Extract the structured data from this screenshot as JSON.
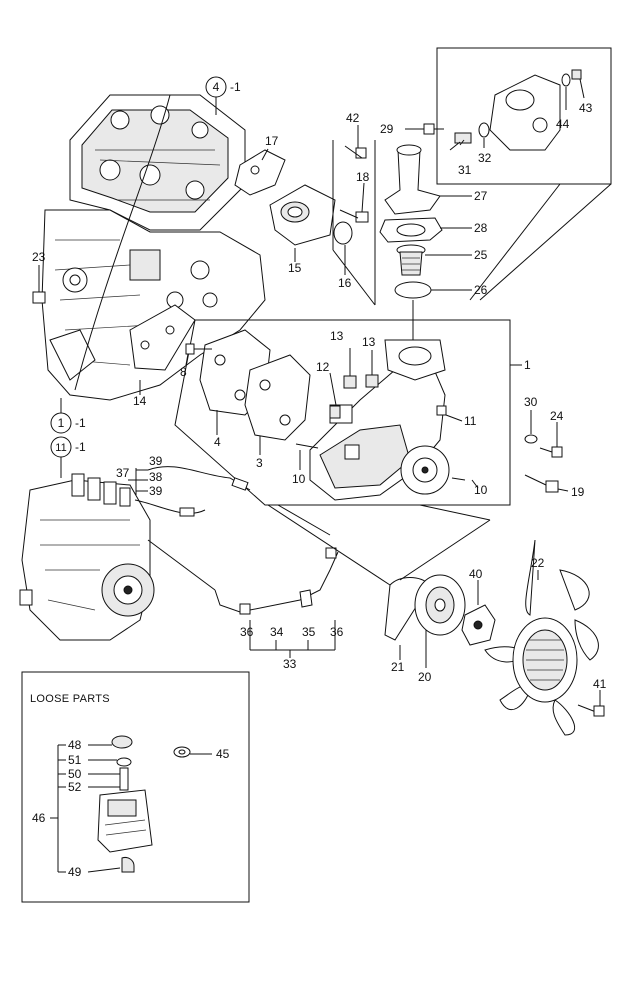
{
  "diagram": {
    "loose_parts_title": "LOOSE PARTS",
    "refs": {
      "r4": "4",
      "r1": "1",
      "r11": "11",
      "suffix": "-1"
    },
    "labels": {
      "p1": "1",
      "p3": "3",
      "p4": "4",
      "p8": "8",
      "p10a": "10",
      "p10b": "10",
      "p11": "11",
      "p12": "12",
      "p13a": "13",
      "p13b": "13",
      "p14": "14",
      "p15": "15",
      "p16": "16",
      "p17": "17",
      "p18": "18",
      "p19": "19",
      "p20": "20",
      "p21": "21",
      "p22": "22",
      "p23": "23",
      "p24": "24",
      "p25": "25",
      "p26": "26",
      "p27": "27",
      "p28": "28",
      "p29": "29",
      "p30": "30",
      "p31": "31",
      "p32": "32",
      "p33": "33",
      "p34": "34",
      "p35": "35",
      "p36a": "36",
      "p36b": "36",
      "p37": "37",
      "p38": "38",
      "p39a": "39",
      "p39b": "39",
      "p40": "40",
      "p41": "41",
      "p42": "42",
      "p43": "43",
      "p44": "44",
      "p45": "45",
      "p46": "46",
      "p48": "48",
      "p49": "49",
      "p50": "50",
      "p51": "51",
      "p52": "52"
    }
  }
}
